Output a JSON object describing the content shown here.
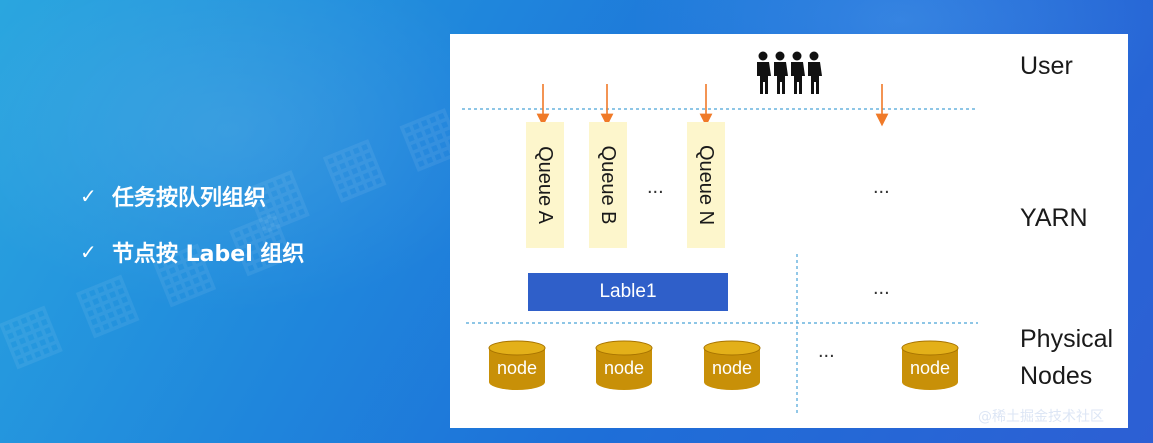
{
  "bullets": [
    {
      "text": "任务按队列组织"
    },
    {
      "text": "节点按 Label 组织"
    }
  ],
  "diagram": {
    "row_labels": {
      "user": "User",
      "yarn": "YARN",
      "physical_line1": "Physical",
      "physical_line2": "Nodes"
    },
    "queues": [
      "Queue A",
      "Queue B",
      "Queue N"
    ],
    "ellipsis": "...",
    "label_bar": "Lable1",
    "node_label": "node"
  },
  "credit": "@稀土掘金技术社区",
  "colors": {
    "arrow": "#f07a28",
    "dashed_line": "#4aa3d8",
    "queue_fill": "#fdf6cc",
    "label_bar": "#2f5fc9",
    "node_fill": "#c89008",
    "node_top": "#e3b019"
  },
  "icons": [
    "check-icon",
    "users-icon",
    "database-node-icon"
  ]
}
